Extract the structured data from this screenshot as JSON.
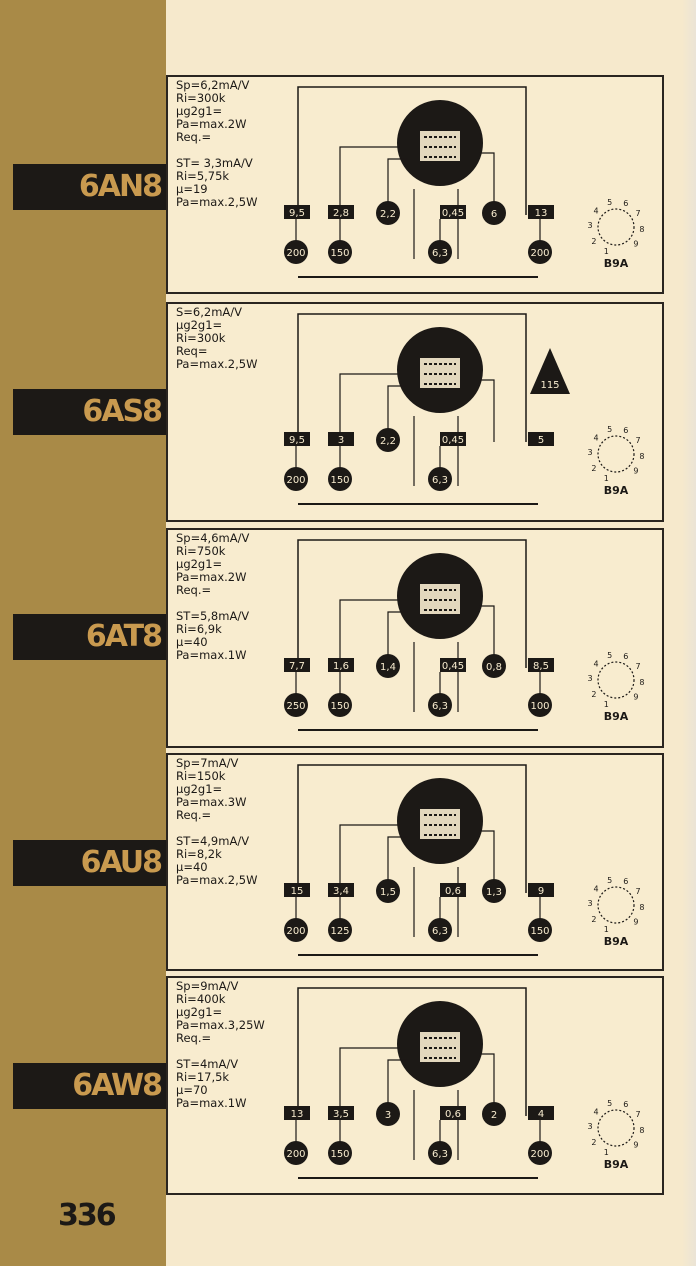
{
  "page_number": "336",
  "panels": [
    {
      "tube": "6AN8",
      "specs": [
        "Sp=6,2mA/V",
        "Ri=300k",
        "µg2g1=",
        "Pa=max.2W",
        "Req.=",
        "",
        "ST= 3,3mA/V",
        "Ri=5,75k",
        "µ=19",
        "Pa=max.2,5W"
      ],
      "boxes": [
        "9,5",
        "2,8",
        "0,45",
        "13"
      ],
      "circles_mid": [
        "2,2",
        "6"
      ],
      "circles_bottom": [
        "200",
        "150",
        "6,3",
        "200"
      ],
      "socket": "B9A"
    },
    {
      "tube": "6AS8",
      "specs": [
        "S=6,2mA/V",
        "µg2g1=",
        "Ri=300k",
        "Req=",
        "Pa=max.2,5W"
      ],
      "boxes": [
        "9,5",
        "3",
        "0,45",
        "5"
      ],
      "circles_mid": [
        "2,2"
      ],
      "circles_bottom": [
        "200",
        "150",
        "6,3"
      ],
      "triangle": "115",
      "socket": "B9A"
    },
    {
      "tube": "6AT8",
      "specs": [
        "Sp=4,6mA/V",
        "Ri=750k",
        "µg2g1=",
        "Pa=max.2W",
        "Req.=",
        "",
        "ST=5,8mA/V",
        "Ri=6,9k",
        "µ=40",
        "Pa=max.1W"
      ],
      "boxes": [
        "7,7",
        "1,6",
        "0,45",
        "8,5"
      ],
      "circles_mid": [
        "1,4",
        "0,8"
      ],
      "circles_bottom": [
        "250",
        "150",
        "6,3",
        "100"
      ],
      "socket": "B9A"
    },
    {
      "tube": "6AU8",
      "specs": [
        "Sp=7mA/V",
        "Ri=150k",
        "µg2g1=",
        "Pa=max.3W",
        "Req.=",
        "",
        "ST=4,9mA/V",
        "Ri=8,2k",
        "µ=40",
        "Pa=max.2,5W"
      ],
      "boxes": [
        "15",
        "3,4",
        "0,6",
        "9"
      ],
      "circles_mid": [
        "1,5",
        "1,3"
      ],
      "circles_bottom": [
        "200",
        "125",
        "6,3",
        "150"
      ],
      "socket": "B9A"
    },
    {
      "tube": "6AW8",
      "specs": [
        "Sp=9mA/V",
        "Ri=400k",
        "µg2g1=",
        "Pa=max.3,25W",
        "Req.=",
        "",
        "ST=4mA/V",
        "Ri=17,5k",
        "µ=70",
        "Pa=max.1W"
      ],
      "boxes": [
        "13",
        "3,5",
        "0,6",
        "4"
      ],
      "circles_mid": [
        "3",
        "2"
      ],
      "circles_bottom": [
        "200",
        "150",
        "6,3",
        "200"
      ],
      "socket": "B9A"
    }
  ],
  "socket_pins": [
    "1",
    "2",
    "3",
    "4",
    "5",
    "6",
    "7",
    "8",
    "9"
  ],
  "colors": {
    "strip": "#a98a47",
    "label_bg": "#1c1916",
    "label_text": "#c99a4f",
    "paper": "#f6e9cc"
  }
}
